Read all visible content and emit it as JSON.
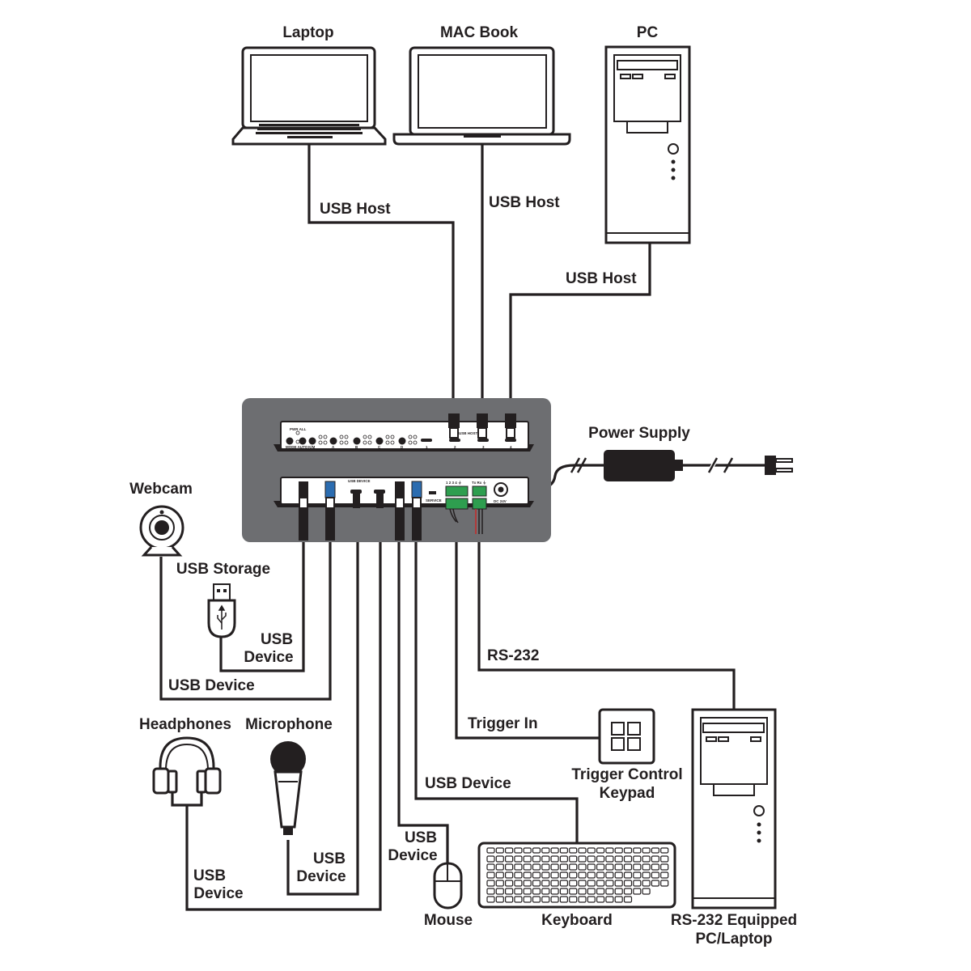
{
  "devices": {
    "laptop": "Laptop",
    "macbook": "MAC Book",
    "pc": "PC",
    "power_supply": "Power Supply",
    "webcam": "Webcam",
    "usb_storage": "USB Storage",
    "headphones": "Headphones",
    "microphone": "Microphone",
    "mouse": "Mouse",
    "keyboard": "Keyboard",
    "trigger_keypad_line1": "Trigger Control",
    "trigger_keypad_line2": "Keypad",
    "rs232_pc_line1": "RS-232 Equipped",
    "rs232_pc_line2": "PC/Laptop"
  },
  "connections": {
    "laptop": "USB Host",
    "macbook": "USB Host",
    "pc": "USB Host",
    "usb_storage_line1": "USB",
    "usb_storage_line2": "Device",
    "webcam": "USB Device",
    "headphones_line1": "USB",
    "headphones_line2": "Device",
    "microphone_line1": "USB",
    "microphone_line2": "Device",
    "mouse_line1": "USB",
    "mouse_line2": "Device",
    "keyboard": "USB Device",
    "trigger": "Trigger In",
    "rs232": "RS-232"
  },
  "front_panel": {
    "pwr_all": "PWR ALL",
    "mode_auto": "MODE AUTO",
    "km": "K/M",
    "ports": [
      "A",
      "B",
      "C",
      "D"
    ],
    "usb_host": "USB HOST",
    "host_numbers": [
      "1",
      "2",
      "3",
      "4"
    ]
  },
  "rear_panel": {
    "usb_device": "USB DEVICE",
    "service": "SERVICE",
    "dc": "DC 24V",
    "trigger_pins": "1 2 3 4 ⏚",
    "rs232_pins": "Tx Rx ⏚"
  }
}
